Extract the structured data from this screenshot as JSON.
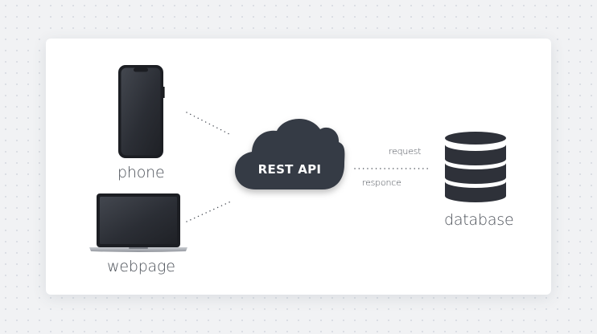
{
  "diagram": {
    "nodes": {
      "phone": {
        "label": "phone",
        "icon": "smartphone-icon"
      },
      "webpage": {
        "label": "webpage",
        "icon": "laptop-icon"
      },
      "api": {
        "label": "REST API",
        "icon": "cloud-icon"
      },
      "database": {
        "label": "database",
        "icon": "database-icon"
      }
    },
    "edges": {
      "request_label": "request",
      "response_label": "responce"
    }
  },
  "colors": {
    "background": "#f1f2f4",
    "card": "#ffffff",
    "device_dark": "#2b2e35",
    "cloud": "#363a44",
    "database": "#2e3139",
    "text": "#4a4f57",
    "connector": "#4a4f57"
  }
}
